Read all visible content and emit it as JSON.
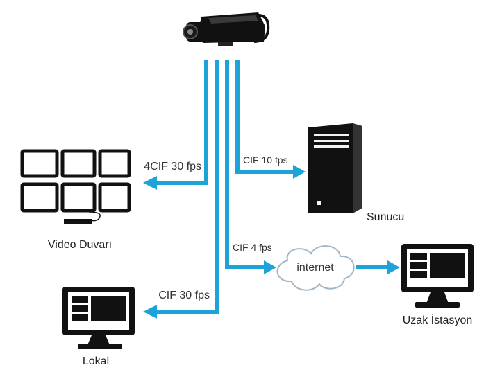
{
  "colors": {
    "stream": "#1ea3d8",
    "device": "#111111",
    "cloud_stroke": "#9fb6c8"
  },
  "streams": {
    "video_wall": "4CIF 30 fps",
    "server": "CIF 10 fps",
    "remote": "CIF 4 fps",
    "local": "CIF 30 fps"
  },
  "nodes": {
    "camera": {
      "icon": "ip-camera-icon"
    },
    "video_wall": {
      "label": "Video Duvarı",
      "icon": "video-wall-icon"
    },
    "server": {
      "label": "Sunucu",
      "icon": "server-tower-icon"
    },
    "internet": {
      "label": "internet",
      "icon": "cloud-icon"
    },
    "remote": {
      "label": "Uzak İstasyon",
      "icon": "monitor-icon"
    },
    "local": {
      "label": "Lokal",
      "icon": "monitor-icon"
    }
  }
}
